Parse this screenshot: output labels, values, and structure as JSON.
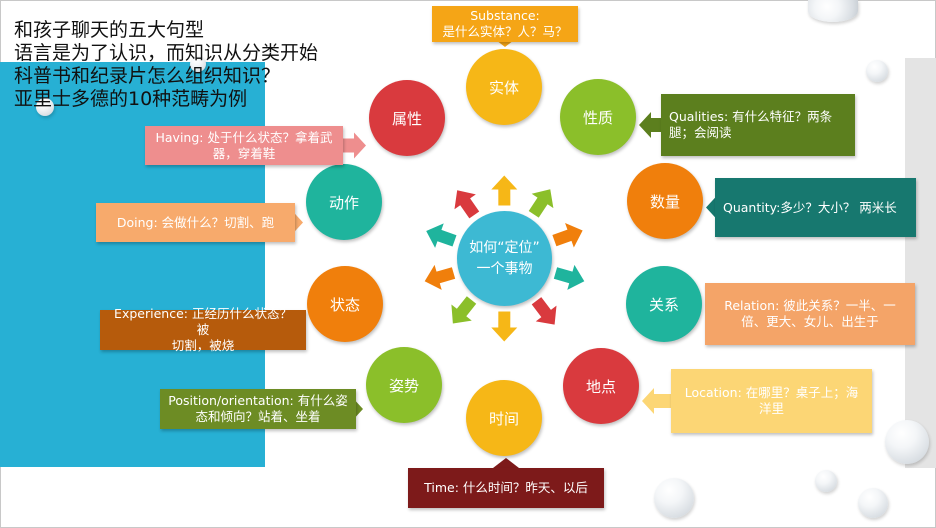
{
  "title_lines": [
    "和孩子聊天的五大句型",
    "语言是为了认识，而知识从分类开始",
    "科普书和纪录片怎么组织知识？",
    "亚里士多德的10种范畴为例"
  ],
  "center": {
    "line1": "如何“定位”",
    "line2": "一个事物",
    "color": "#3db9d3"
  },
  "categories": [
    {
      "name": "实体",
      "color": "#f6b717",
      "note": [
        "Substance:",
        "是什么实体？人？马？"
      ],
      "note_bg": "#f5a516",
      "note_fg": "#ffffff"
    },
    {
      "name": "性质",
      "color": "#8bbf2a",
      "note": [
        "Qualities: 有什么特征？两条",
        "腿；会阅读"
      ],
      "note_bg": "#5c7f1e",
      "note_fg": "#ffffff"
    },
    {
      "name": "数量",
      "color": "#f07f0c",
      "note": [
        "Quantity:多少？大小？ 两米长"
      ],
      "note_bg": "#17786f",
      "note_fg": "#ffffff"
    },
    {
      "name": "关系",
      "color": "#1fb49d",
      "note": [
        "Relation: 彼此关系？一半、一",
        "倍、更大、女儿、出生于"
      ],
      "note_bg": "#f4a468",
      "note_fg": "#ffffff"
    },
    {
      "name": "地点",
      "color": "#d93a3e",
      "note": [
        "Location: 在哪里？桌子上；海",
        "洋里"
      ],
      "note_bg": "#fcd675",
      "note_fg": "#ffffff"
    },
    {
      "name": "时间",
      "color": "#f6b717",
      "note": [
        "Time: 什么时间？昨天、以后"
      ],
      "note_bg": "#7d1a1a",
      "note_fg": "#ffffff"
    },
    {
      "name": "姿势",
      "color": "#8bbf2a",
      "note": [
        "Position/orientation: 有什么姿",
        "态和倾向？站着、坐着"
      ],
      "note_bg": "#6d8c24",
      "note_fg": "#ffffff"
    },
    {
      "name": "状态",
      "color": "#f07f0c",
      "note": [
        "Experience: 正经历什么状态？被",
        "切割，被烧"
      ],
      "note_bg": "#b65b0c",
      "note_fg": "#ffffff"
    },
    {
      "name": "动作",
      "color": "#1fb49d",
      "note": [
        "Doing: 会做什么？切割、跑"
      ],
      "note_bg": "#f7aa6c",
      "note_fg": "#ffffff"
    },
    {
      "name": "属性",
      "color": "#d93a3e",
      "note": [
        "Having: 处于什么状态？拿着武",
        "器，穿着鞋"
      ],
      "note_bg": "#ee8e8e",
      "note_fg": "#ffffff"
    }
  ],
  "colors": {
    "left_panel": "#27b0d4",
    "right_panel": "#e4e4e4",
    "border": "#c8c8c8"
  }
}
